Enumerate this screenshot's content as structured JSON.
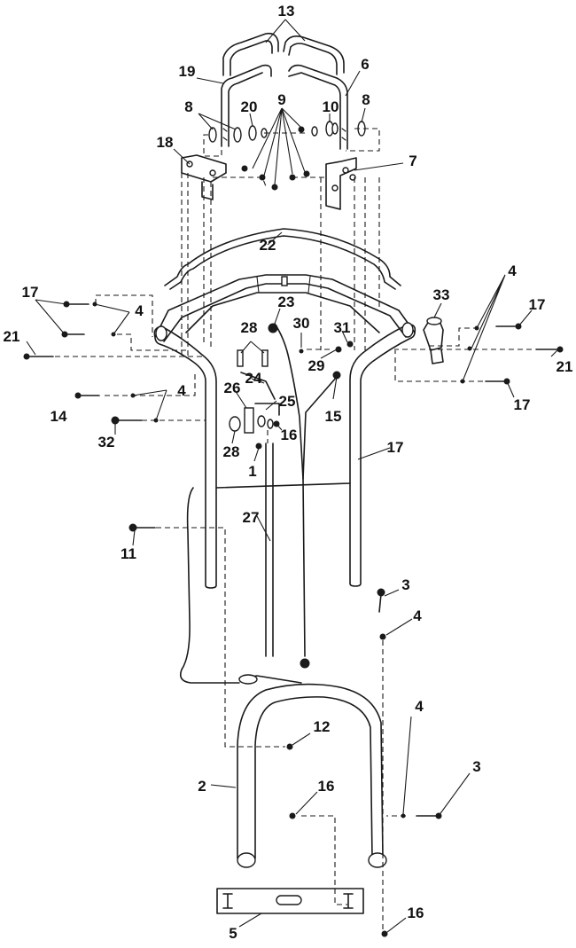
{
  "diagram": {
    "callouts": [
      {
        "id": "c13",
        "label": "13"
      },
      {
        "id": "c19",
        "label": "19"
      },
      {
        "id": "c6",
        "label": "6"
      },
      {
        "id": "c9",
        "label": "9"
      },
      {
        "id": "c8a",
        "label": "8"
      },
      {
        "id": "c20",
        "label": "20"
      },
      {
        "id": "c10",
        "label": "10"
      },
      {
        "id": "c8b",
        "label": "8"
      },
      {
        "id": "c18",
        "label": "18"
      },
      {
        "id": "c7",
        "label": "7"
      },
      {
        "id": "c22",
        "label": "22"
      },
      {
        "id": "c4a",
        "label": "4"
      },
      {
        "id": "c17a",
        "label": "17"
      },
      {
        "id": "c33",
        "label": "33"
      },
      {
        "id": "c23",
        "label": "23"
      },
      {
        "id": "c17b",
        "label": "17"
      },
      {
        "id": "c4b",
        "label": "4"
      },
      {
        "id": "c21a",
        "label": "21"
      },
      {
        "id": "c28a",
        "label": "28"
      },
      {
        "id": "c30",
        "label": "30"
      },
      {
        "id": "c31",
        "label": "31"
      },
      {
        "id": "c29",
        "label": "29"
      },
      {
        "id": "c21b",
        "label": "21"
      },
      {
        "id": "c17c",
        "label": "17"
      },
      {
        "id": "c4c",
        "label": "4"
      },
      {
        "id": "c24",
        "label": "24"
      },
      {
        "id": "c26",
        "label": "26"
      },
      {
        "id": "c25",
        "label": "25"
      },
      {
        "id": "c15",
        "label": "15"
      },
      {
        "id": "c16a",
        "label": "16"
      },
      {
        "id": "c14",
        "label": "14"
      },
      {
        "id": "c32",
        "label": "32"
      },
      {
        "id": "c28b",
        "label": "28"
      },
      {
        "id": "c1",
        "label": "1"
      },
      {
        "id": "c17d",
        "label": "17"
      },
      {
        "id": "c27",
        "label": "27"
      },
      {
        "id": "c11",
        "label": "11"
      },
      {
        "id": "c3a",
        "label": "3"
      },
      {
        "id": "c4d",
        "label": "4"
      },
      {
        "id": "c4e",
        "label": "4"
      },
      {
        "id": "c12",
        "label": "12"
      },
      {
        "id": "c2",
        "label": "2"
      },
      {
        "id": "c16b",
        "label": "16"
      },
      {
        "id": "c3b",
        "label": "3"
      },
      {
        "id": "c5",
        "label": "5"
      },
      {
        "id": "c16c",
        "label": "16"
      }
    ]
  }
}
